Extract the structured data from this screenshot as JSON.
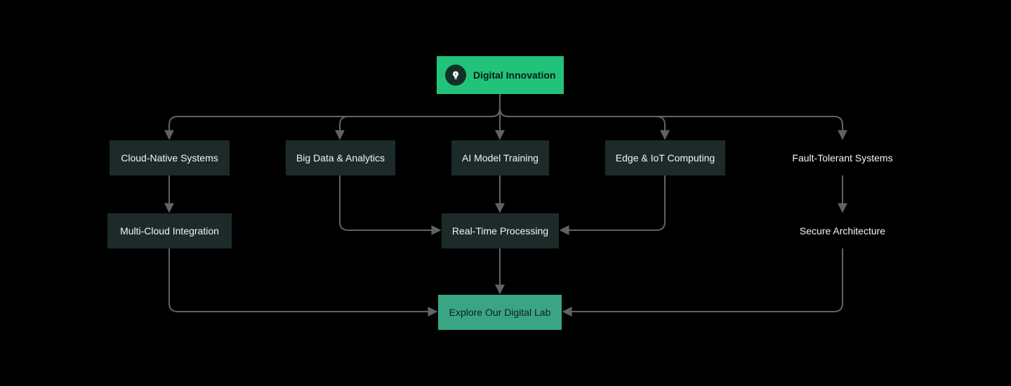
{
  "root": {
    "label": "Digital Innovation",
    "icon": "lightbulb-icon"
  },
  "row1": [
    {
      "label": "Cloud-Native Systems"
    },
    {
      "label": "Big Data & Analytics"
    },
    {
      "label": "AI Model Training"
    },
    {
      "label": "Edge & IoT Computing"
    },
    {
      "label": "Fault-Tolerant Systems"
    }
  ],
  "row2": [
    {
      "label": "Multi-Cloud Integration"
    },
    {
      "label": "Real-Time Processing"
    },
    {
      "label": "Secure Architecture"
    }
  ],
  "cta": {
    "label": "Explore Our Digital Lab"
  },
  "colors": {
    "background": "#000000",
    "root": "#21c37a",
    "node": "#1c2b2a",
    "cta": "#3aa584",
    "edge": "#5f6463"
  }
}
